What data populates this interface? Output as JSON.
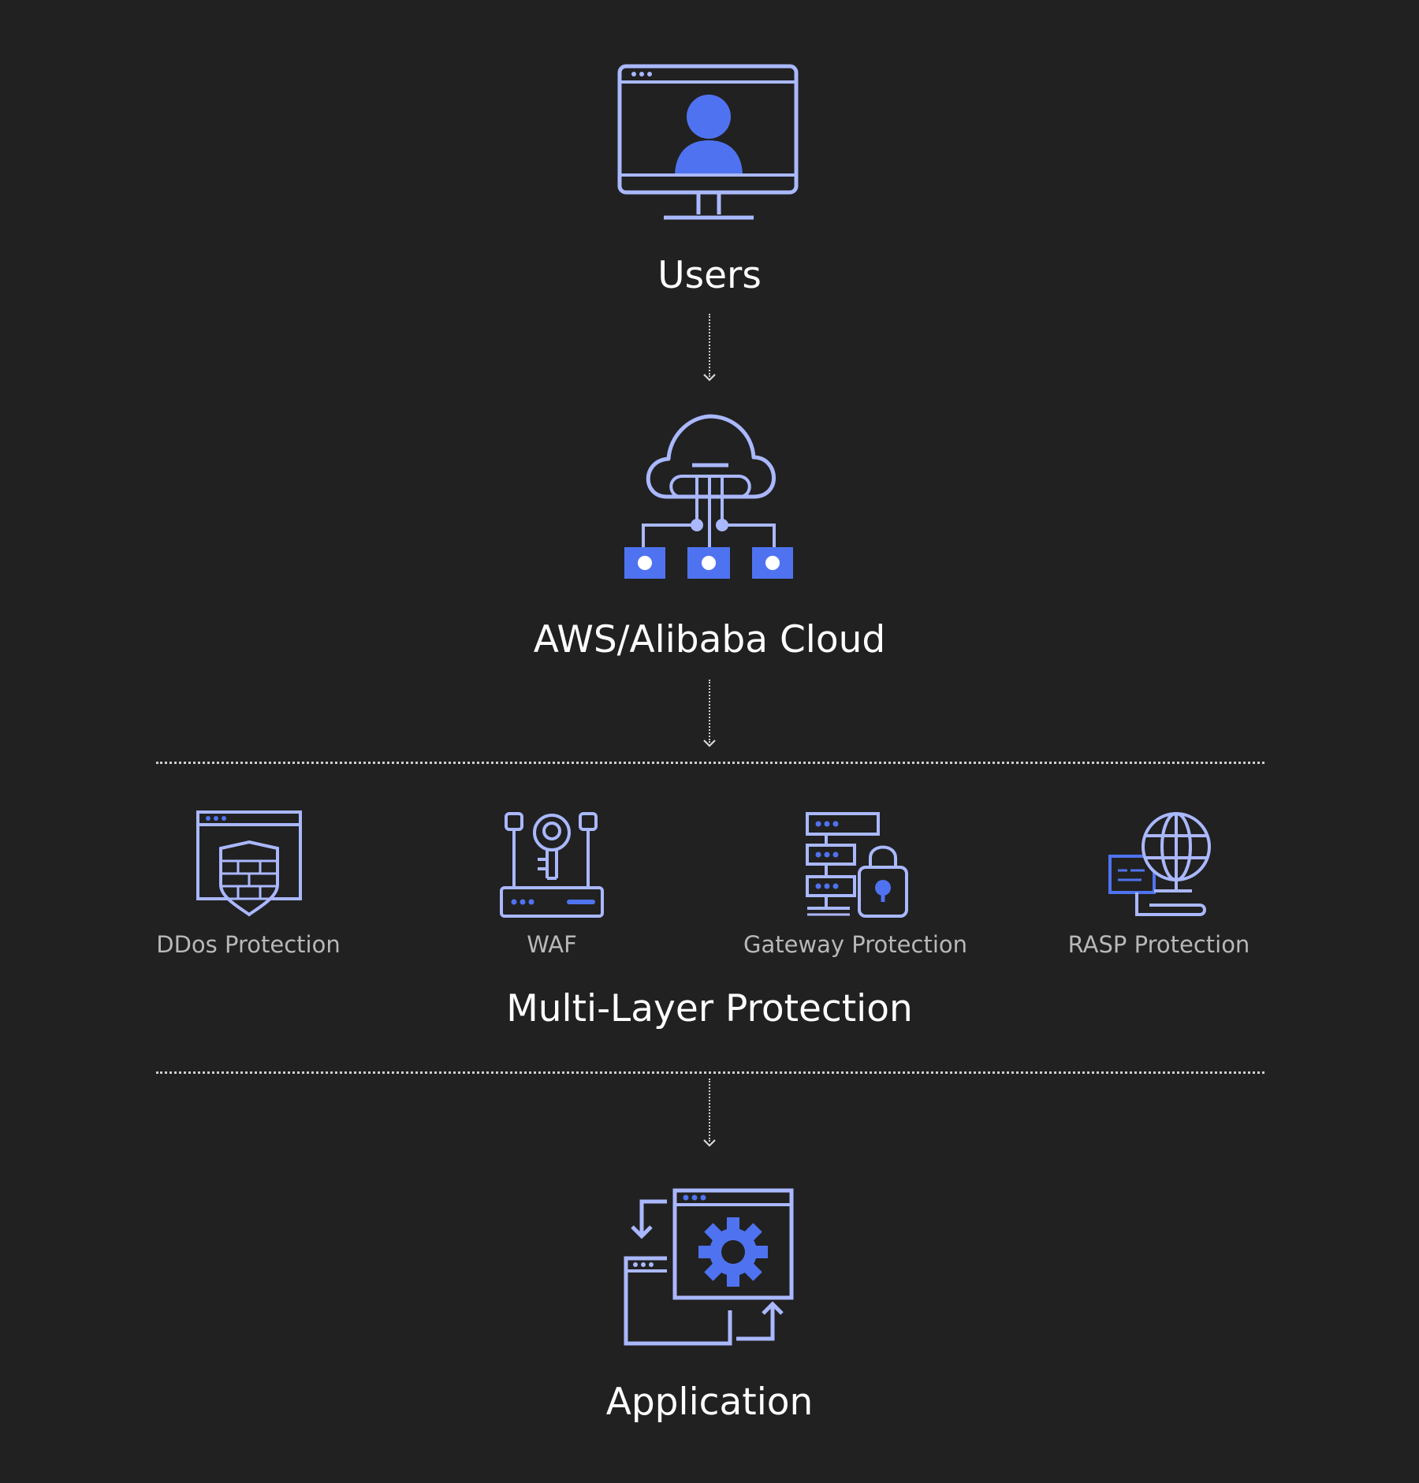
{
  "diagram": {
    "users_label": "Users",
    "cloud_label": "AWS/Alibaba Cloud",
    "layer_label": "Multi-Layer Protection",
    "application_label": "Application",
    "layers": [
      {
        "label": "DDos Protection",
        "icon": "ddos-shield-browser-icon"
      },
      {
        "label": "WAF",
        "icon": "waf-key-router-icon"
      },
      {
        "label": "Gateway Protection",
        "icon": "gateway-server-lock-icon"
      },
      {
        "label": "RASP Protection",
        "icon": "rasp-globe-network-icon"
      }
    ]
  },
  "icons": {
    "users": "user-monitor-icon",
    "cloud": "cloud-network-icon",
    "application": "application-gear-icon",
    "arrow": "chevron-down-icon"
  },
  "colors": {
    "background": "#212121",
    "icon_outline": "#aab8ff",
    "icon_fill": "#4f73f0",
    "text_primary": "#ffffff",
    "text_secondary": "#b8b8b8",
    "dotted_line": "#cfcfcf"
  }
}
